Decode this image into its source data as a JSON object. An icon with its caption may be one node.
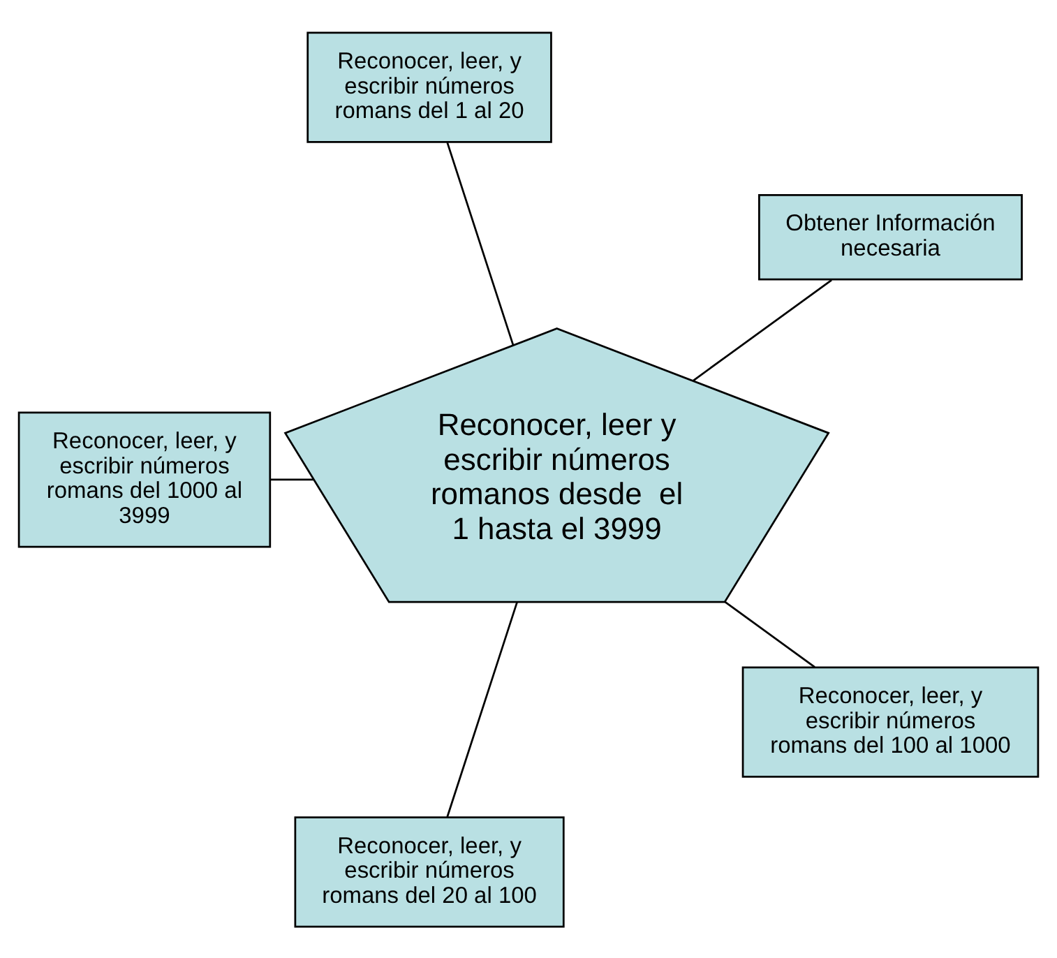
{
  "diagram": {
    "nodes": [
      {
        "text": [
          "Reconocer, leer y escribir números romanos desde  el 1 hasta el 3999"
        ]
      },
      {
        "text": [
          "Obtener Información necesaria"
        ]
      },
      {
        "text": [
          "Reconocer, leer, y escribir números romans del 1 al 20"
        ]
      },
      {
        "text": [
          "Reconocer, leer, y escribir números romans del 1000 al 3999"
        ]
      },
      {
        "text": [
          "Reconocer, leer, y escribir números romans del 20 al 100"
        ]
      },
      {
        "text": [
          "Reconocer, leer, y escribir números romans del 100 al 1000"
        ]
      }
    ],
    "edges": [
      {
        "from": 0,
        "to": 1,
        "arrow": "none"
      },
      {
        "from": 0,
        "to": 2,
        "arrow": "none"
      },
      {
        "from": 0,
        "to": 3,
        "arrow": "none"
      },
      {
        "from": 0,
        "to": 4,
        "arrow": "none"
      },
      {
        "from": 0,
        "to": 5,
        "arrow": "none"
      }
    ]
  }
}
